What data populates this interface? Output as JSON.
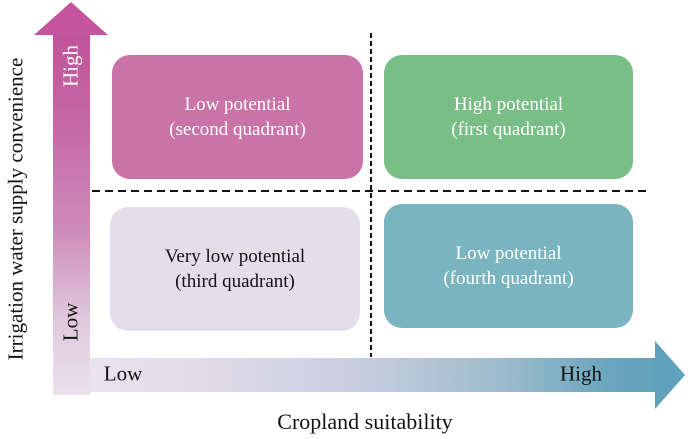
{
  "figure": {
    "y_axis": {
      "title": "Irrigation water supply convenience",
      "high_label": "High",
      "low_label": "Low"
    },
    "x_axis": {
      "title": "Cropland suitability",
      "high_label": "High",
      "low_label": "Low"
    },
    "quadrants": [
      {
        "id": "first",
        "line1": "High potential",
        "line2": "(first quadrant)",
        "color": "#79bd87",
        "text_color": "#ffffff"
      },
      {
        "id": "second",
        "line1": "Low potential",
        "line2": "(second quadrant)",
        "color": "#c973a7",
        "text_color": "#ffffff"
      },
      {
        "id": "third",
        "line1": "Very low potential",
        "line2": "(third quadrant)",
        "color": "#e4ddea",
        "text_color": "#121212"
      },
      {
        "id": "fourth",
        "line1": "Low potential",
        "line2": "(fourth quadrant)",
        "color": "#7ab4bf",
        "text_color": "#ffffff"
      }
    ],
    "colors": {
      "y_arrow_start": "#c0539a",
      "y_arrow_end": "#e8e1ee",
      "x_arrow_start": "#e9e3ef",
      "x_arrow_end": "#61a1ba",
      "dash_line": "#121212"
    }
  }
}
